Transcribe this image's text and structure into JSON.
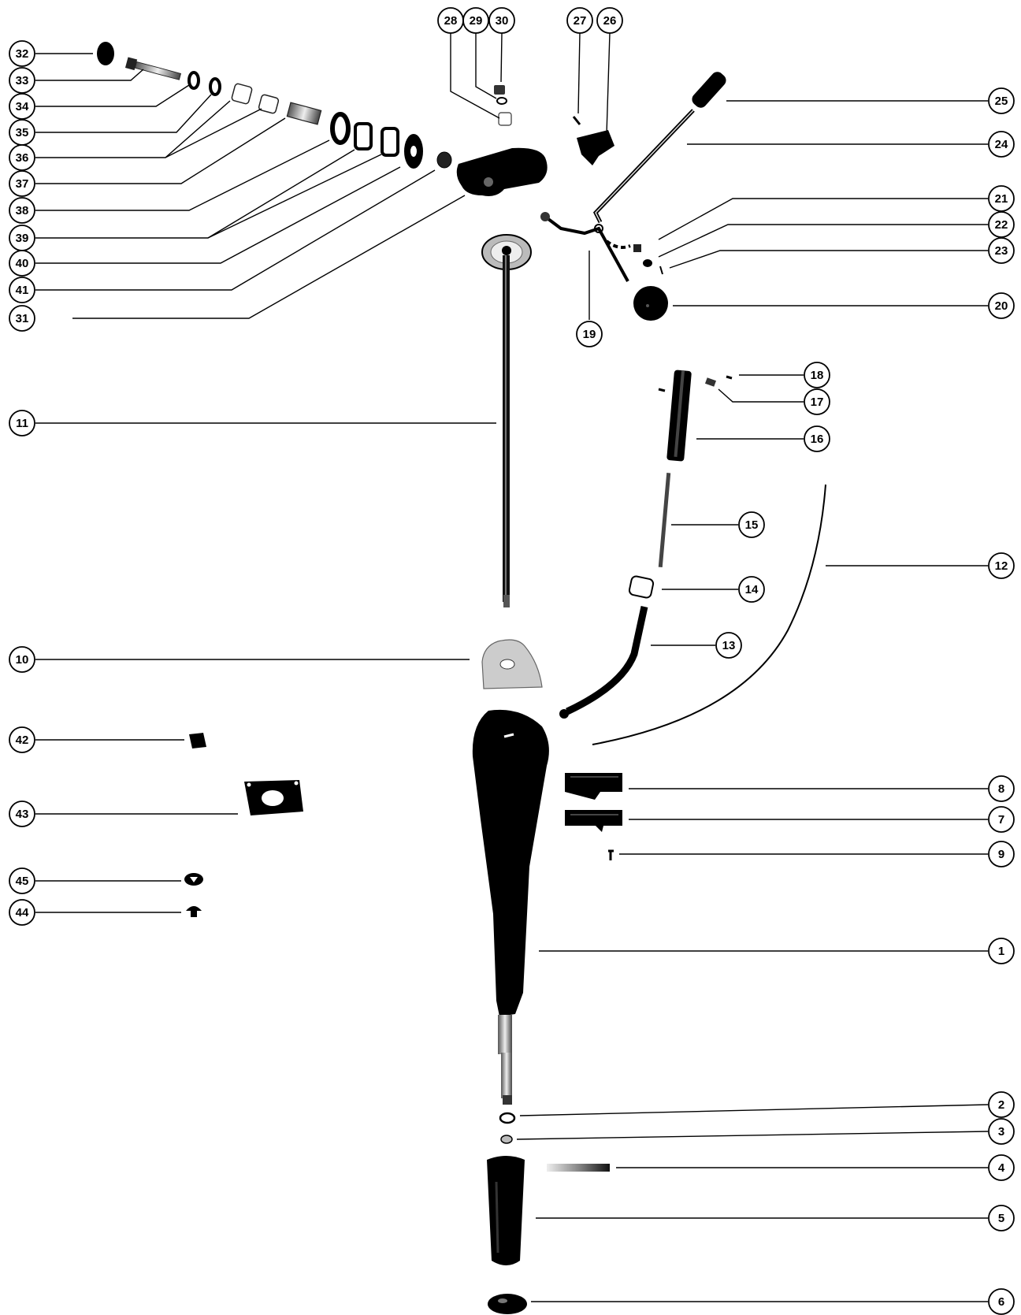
{
  "callouts": {
    "c1": "1",
    "c2": "2",
    "c3": "3",
    "c4": "4",
    "c5": "5",
    "c6": "6",
    "c7": "7",
    "c8": "8",
    "c9": "9",
    "c10": "10",
    "c11": "11",
    "c12": "12",
    "c13": "13",
    "c14": "14",
    "c15": "15",
    "c16": "16",
    "c17": "17",
    "c18": "18",
    "c19": "19",
    "c20": "20",
    "c21": "21",
    "c22": "22",
    "c23": "23",
    "c24": "24",
    "c25": "25",
    "c26": "26",
    "c27": "27",
    "c28": "28",
    "c29": "29",
    "c30": "30",
    "c31": "31",
    "c32": "32",
    "c33": "33",
    "c34": "34",
    "c35": "35",
    "c36": "36",
    "c37": "37",
    "c38": "38",
    "c39": "39",
    "c40": "40",
    "c41": "41",
    "c42": "42",
    "c43": "43",
    "c44": "44",
    "c45": "45"
  },
  "colors": {
    "ink": "#000000",
    "paper": "#ffffff",
    "metal": "#d8d8d8"
  }
}
